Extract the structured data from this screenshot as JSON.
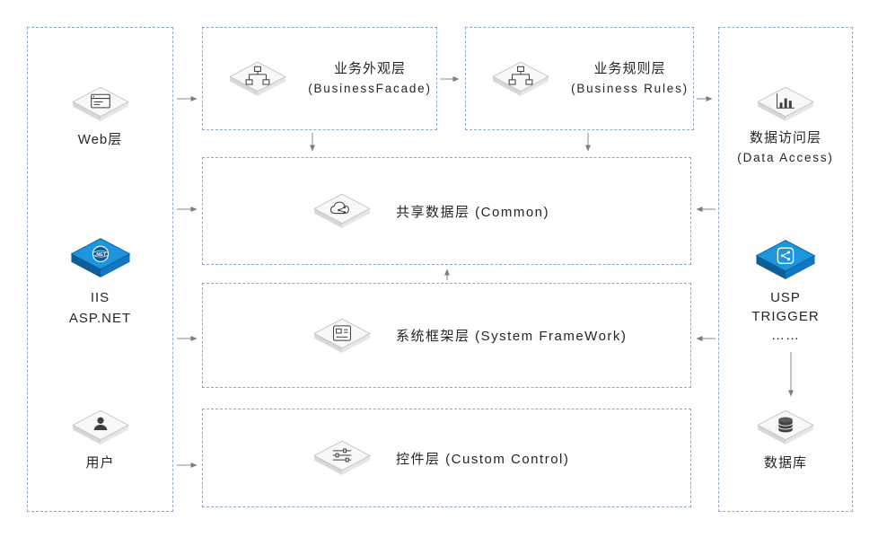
{
  "diagram": {
    "left_column": {
      "web": {
        "label": "Web层",
        "icon": "web-browser-icon"
      },
      "iis": {
        "line1": "IIS",
        "line2": "ASP.NET",
        "icon": "dotnet-icon",
        "icon_text": ".NET"
      },
      "user": {
        "label": "用户",
        "icon": "user-icon"
      }
    },
    "top_row": {
      "business_facade": {
        "title": "业务外观层",
        "subtitle": "(BusinessFacade)",
        "icon": "sitemap-icon"
      },
      "business_rules": {
        "title": "业务规则层",
        "subtitle": "(Business Rules)",
        "icon": "sitemap-icon"
      }
    },
    "middle": {
      "common": {
        "label": "共享数据层 (Common)",
        "icon": "share-cloud-icon"
      },
      "system_framework": {
        "label": "系统框架层 (System FrameWork)",
        "icon": "document-icon"
      },
      "custom_control": {
        "label": "控件层 (Custom Control)",
        "icon": "sliders-icon"
      }
    },
    "right_column": {
      "data_access": {
        "title": "数据访问层",
        "subtitle": "(Data Access)",
        "icon": "bar-chart-icon"
      },
      "usp": {
        "line1": "USP",
        "line2": "TRIGGER",
        "line3": "……",
        "icon": "share-box-icon"
      },
      "database": {
        "label": "数据库",
        "icon": "database-icon"
      }
    },
    "colors": {
      "panel_border": "#8faac6",
      "arrow": "#8a8a8a",
      "accent_blue": "#1e96dd",
      "text": "#262626"
    }
  }
}
